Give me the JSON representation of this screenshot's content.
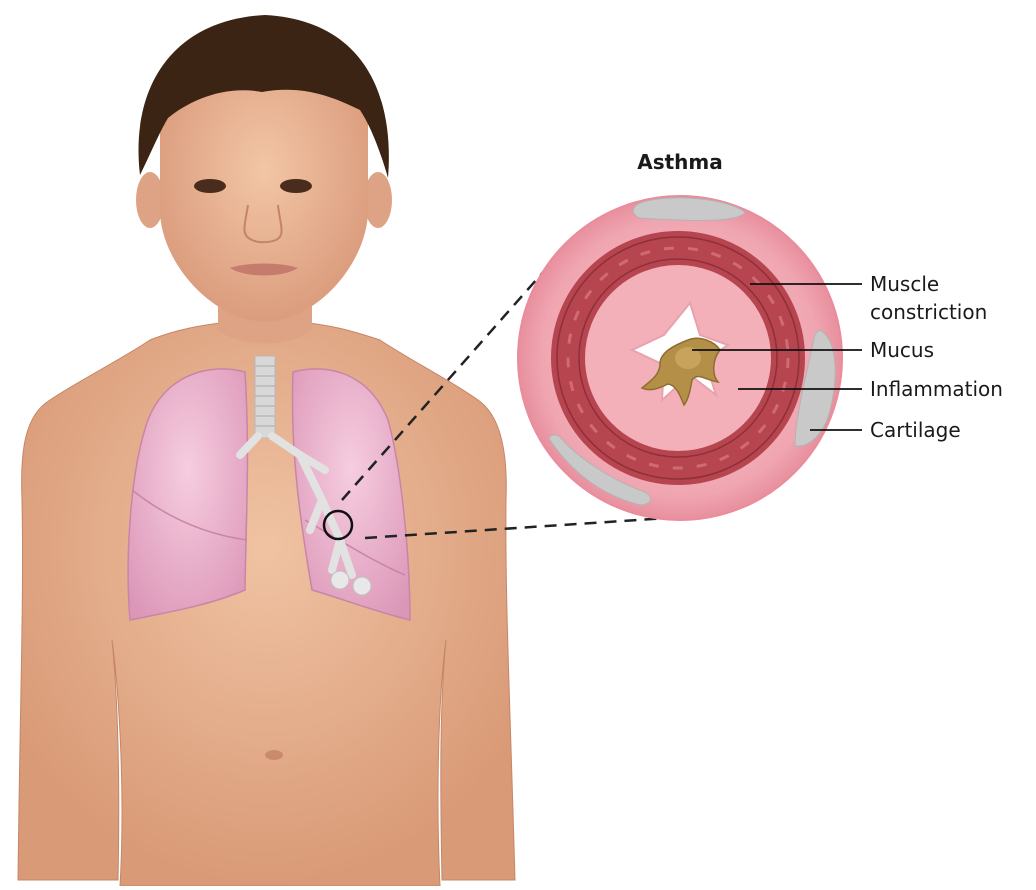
{
  "diagram": {
    "title": "Asthma",
    "labels": {
      "muscle_line1": "Muscle",
      "muscle_line2": "constriction",
      "mucus": "Mucus",
      "inflammation": "Inflammation",
      "cartilage": "Cartilage"
    }
  },
  "colors": {
    "skin": "#e8b08e",
    "hair": "#3b2414",
    "lung": "#eeb6cf",
    "airway_wall": "#f1a9b4",
    "muscle": "#b6454f",
    "cartilage": "#c9c9c9",
    "mucus": "#b38f48"
  }
}
